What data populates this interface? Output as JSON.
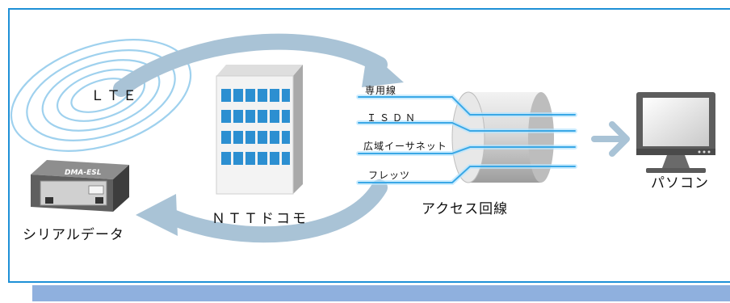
{
  "diagram": {
    "lte_label": "ＬＴＥ",
    "carrier_label": "ＮＴＴドコモ",
    "serial_label": "シリアルデータ",
    "access_label": "アクセス回線",
    "pc_label": "パソコン",
    "device_brand": "DMA-ESL",
    "lines": [
      "専用線",
      "ＩＳＤＮ",
      "広域イーサネット",
      "フレッツ"
    ]
  },
  "colors": {
    "frame_border": "#1e90d6",
    "frame_shadow": "#8fb0de",
    "arrow": "#a9c3d6",
    "building_window": "#2c8fd1",
    "wave": "#9fd1ee"
  },
  "icons": [
    "lte-wave-icon",
    "building-icon",
    "serial-device-icon",
    "access-cylinder-icon",
    "monitor-icon",
    "arrow-right-icon"
  ]
}
